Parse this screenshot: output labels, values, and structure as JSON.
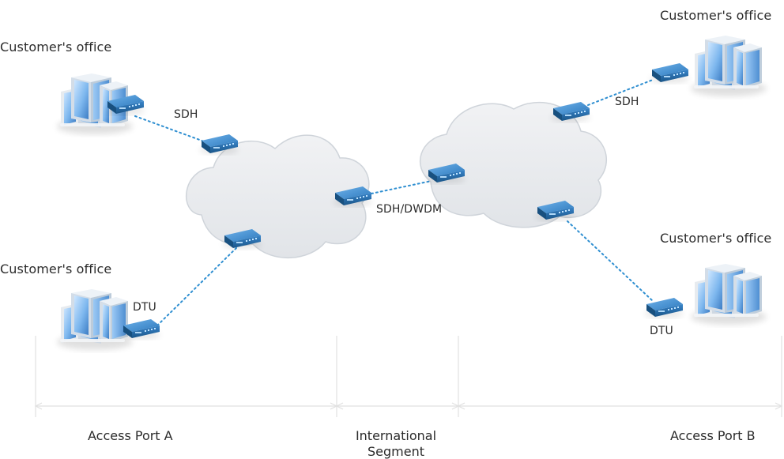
{
  "labels": {
    "customer_office_top_left": "Customer's office",
    "customer_office_bottom_left": "Customer's office",
    "customer_office_top_right": "Customer's office",
    "customer_office_right": "Customer's office",
    "sdh_left": "SDH",
    "sdh_right": "SDH",
    "sdh_dwdm": "SDH/DWDM",
    "dtu_left": "DTU",
    "dtu_right": "DTU"
  },
  "segments": {
    "access_port_a": "Access Port A",
    "international_segment_line1": "International",
    "international_segment_line2": "Segment",
    "access_port_b": "Access Port B"
  },
  "colors": {
    "text": "#2b2b2b",
    "cloud_fill": "#e9eaec",
    "cloud_stroke": "#d0d4d8",
    "link_dots": "#2f8fd1",
    "device_dark": "#1f5f97",
    "device_mid": "#2f78b8",
    "device_light": "#5ea3db",
    "building_glass": "#7fb4e6",
    "building_frame": "#d7dde3",
    "divider": "#e0e0e0"
  }
}
